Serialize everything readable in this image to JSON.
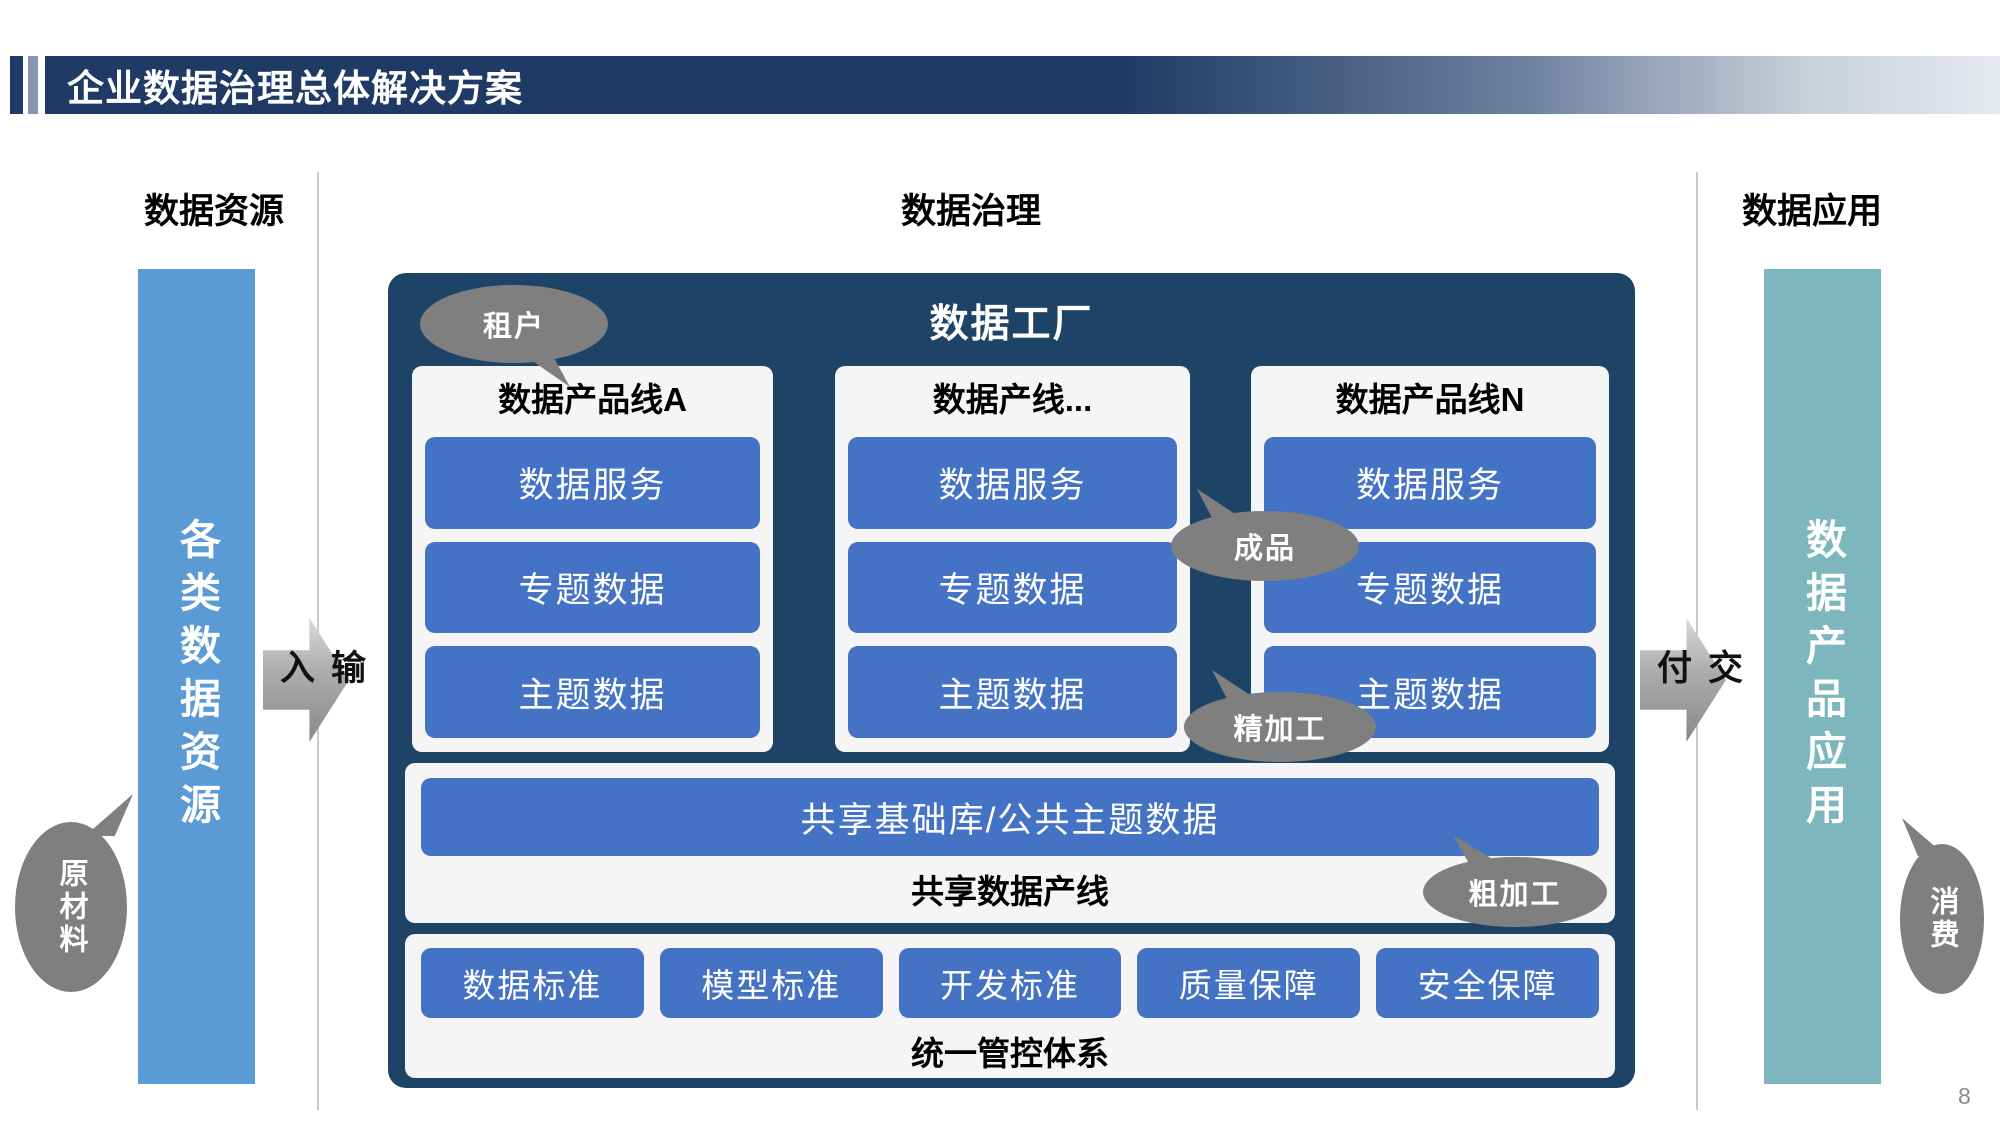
{
  "slide": {
    "title": "企业数据治理总体解决方案",
    "page_number": "8"
  },
  "headers": {
    "left": "数据资源",
    "center": "数据治理",
    "right": "数据应用"
  },
  "left_pillar": {
    "label": "各类数据资源"
  },
  "right_pillar": {
    "label": "数据产品应用"
  },
  "arrows": {
    "input": "输入",
    "deliver": "交付"
  },
  "bubbles": {
    "tenant": "租户",
    "raw_material": "原材料",
    "finished_product": "成品",
    "fine_processing": "精加工",
    "rough_processing": "粗加工",
    "consumption": "消费"
  },
  "factory": {
    "title": "数据工厂",
    "product_lines": [
      {
        "name": "数据产品线A",
        "items": [
          "数据服务",
          "专题数据",
          "主题数据"
        ]
      },
      {
        "name": "数据产线...",
        "items": [
          "数据服务",
          "专题数据",
          "主题数据"
        ]
      },
      {
        "name": "数据产品线N",
        "items": [
          "数据服务",
          "专题数据",
          "主题数据"
        ]
      }
    ],
    "shared_line": {
      "bar": "共享基础库/公共主题数据",
      "label": "共享数据产线"
    },
    "control_system": {
      "items": [
        "数据标准",
        "模型标准",
        "开发标准",
        "质量保障",
        "安全保障"
      ],
      "label": "统一管控体系"
    }
  },
  "colors": {
    "title_navy": "#1f3a64",
    "factory_navy": "#1d4467",
    "button_blue": "#4472c4",
    "pillar_blue": "#5b9bd5",
    "pillar_teal": "#7db6bc",
    "bubble_gray": "#7f7f7f"
  }
}
